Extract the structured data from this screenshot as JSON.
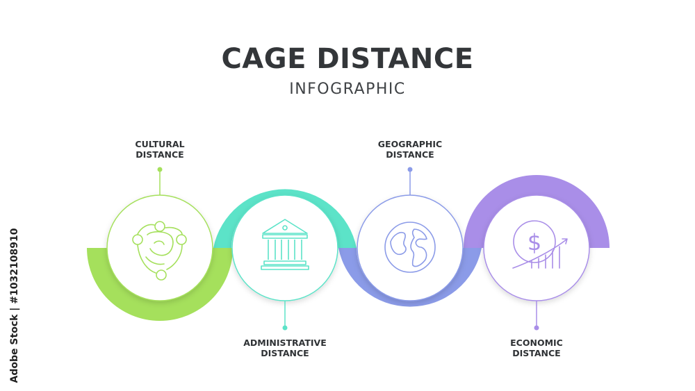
{
  "title": "CAGE DISTANCE",
  "subtitle": "INFOGRAPHIC",
  "stock_watermark": "Adobe Stock | #1032108910",
  "items": [
    {
      "line1": "CULTURAL",
      "line2": "DISTANCE",
      "icon": "people-circle-icon",
      "color": "#a5e05c"
    },
    {
      "line1": "ADMINISTRATIVE",
      "line2": "DISTANCE",
      "icon": "government-building-icon",
      "color": "#5ce3c8"
    },
    {
      "line1": "GEOGRAPHIC",
      "line2": "DISTANCE",
      "icon": "globe-icon",
      "color": "#8b9be8"
    },
    {
      "line1": "ECONOMIC",
      "line2": "DISTANCE",
      "icon": "dollar-growth-icon",
      "color": "#a98ee8"
    }
  ]
}
